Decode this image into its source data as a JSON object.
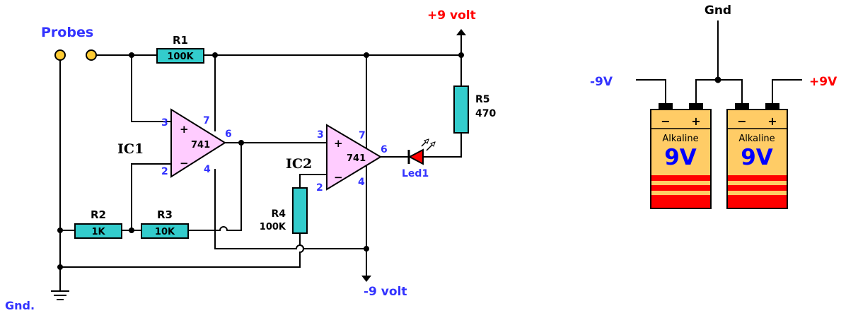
{
  "schematic": {
    "probes_label": "Probes",
    "gnd_label": "Gnd.",
    "plus_supply_label": "+9 volt",
    "minus_supply_label": "-9 volt",
    "resistors": [
      {
        "ref": "R1",
        "value": "100K"
      },
      {
        "ref": "R2",
        "value": "1K"
      },
      {
        "ref": "R3",
        "value": "10K"
      },
      {
        "ref": "R4",
        "value": "100K"
      },
      {
        "ref": "R5",
        "value": "470"
      }
    ],
    "opamps": [
      {
        "ref": "IC1",
        "part": "741",
        "pins": {
          "noninv": "3",
          "inv": "2",
          "vplus": "7",
          "vminus": "4",
          "out": "6"
        }
      },
      {
        "ref": "IC2",
        "part": "741",
        "pins": {
          "noninv": "3",
          "inv": "2",
          "vplus": "7",
          "vminus": "4",
          "out": "6"
        }
      }
    ],
    "opamp_plus_sign": "+",
    "opamp_minus_sign": "−",
    "led_label": "Led1"
  },
  "supply": {
    "gnd_label": "Gnd",
    "minus_label": "-9V",
    "plus_label": "+9V",
    "batteries": [
      {
        "brand": "Alkaline",
        "voltage": "9V",
        "neg_sign": "−",
        "pos_sign": "+"
      },
      {
        "brand": "Alkaline",
        "voltage": "9V",
        "neg_sign": "−",
        "pos_sign": "+"
      }
    ]
  },
  "colors": {
    "label_blue": "#3333ff",
    "label_red": "#ff0000",
    "resistor": "#33cccc",
    "opamp": "#ffccff",
    "probe": "#ffcc33",
    "led": "#ff0000",
    "battery_body": "#ffcc66",
    "battery_voltage": "#0000ff",
    "battery_stripe": "#ff0000"
  }
}
